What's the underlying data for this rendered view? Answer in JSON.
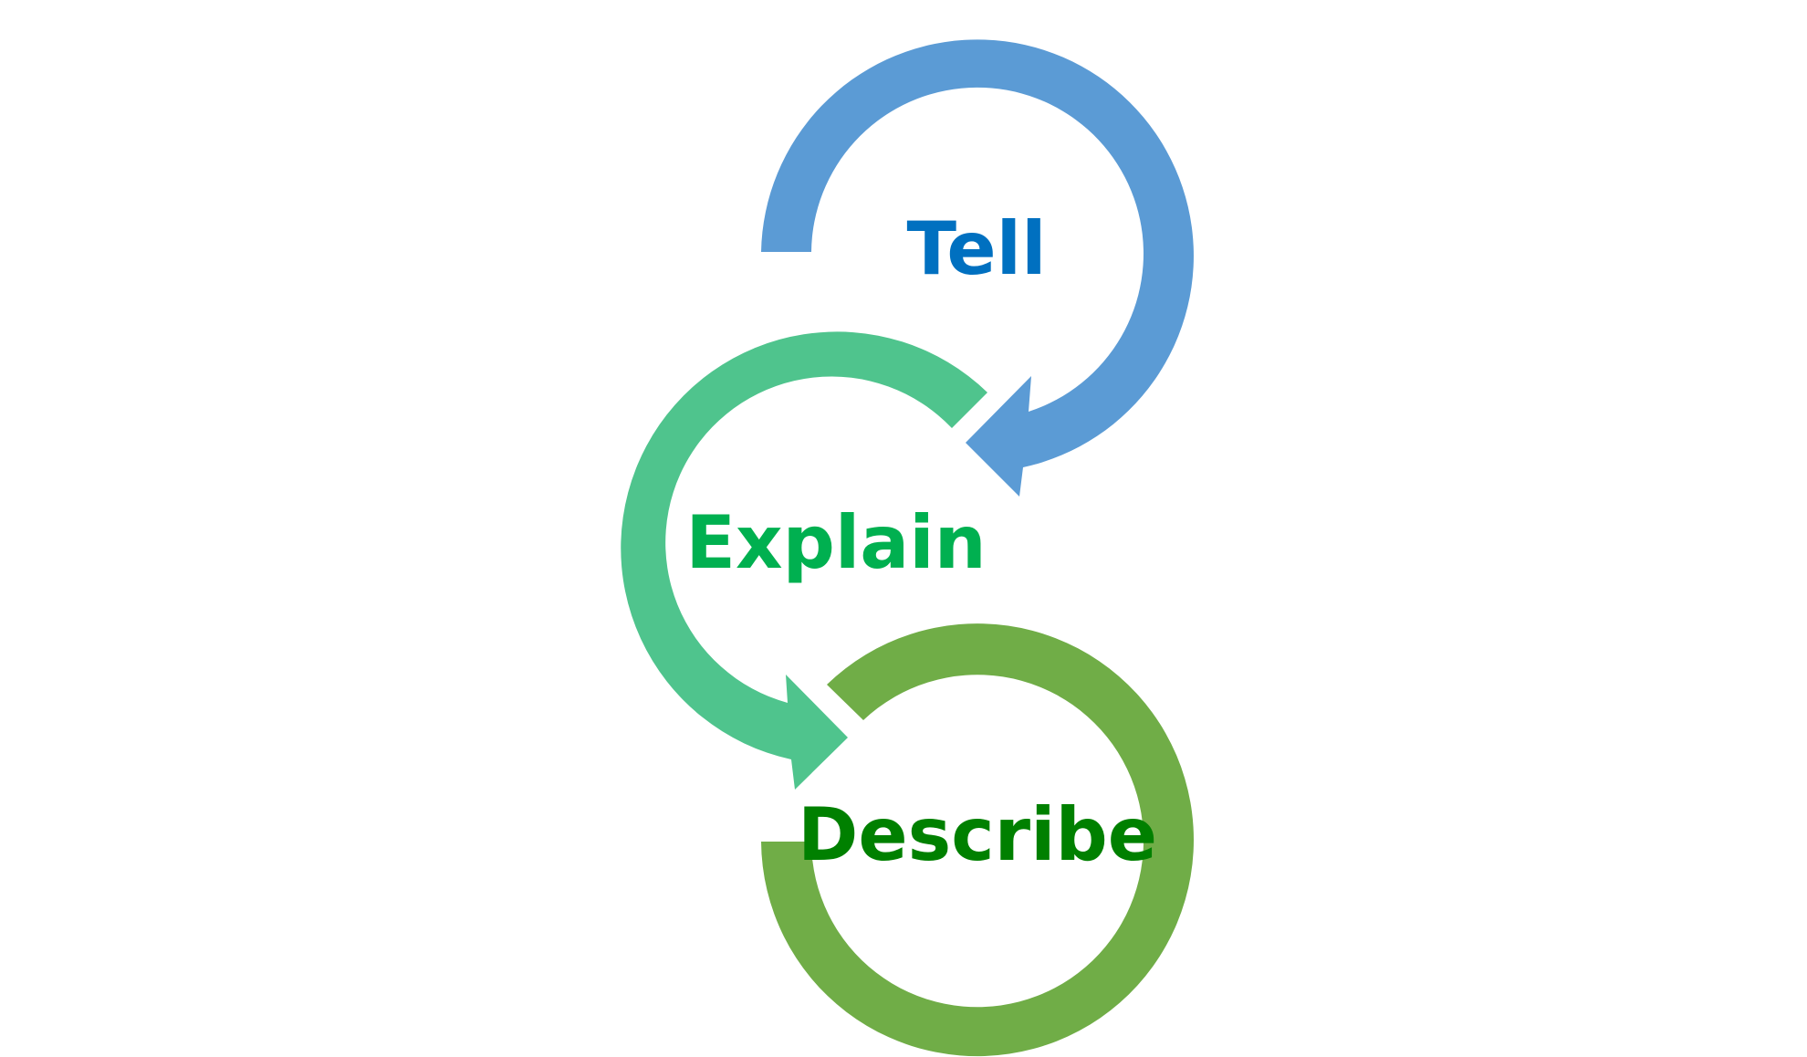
{
  "diagram": {
    "stages": [
      {
        "label": "Tell",
        "arc_color": "#5B9BD5",
        "text_color": "#0070C0"
      },
      {
        "label": "Explain",
        "arc_color": "#4FC48D",
        "text_color": "#00B050"
      },
      {
        "label": "Describe",
        "arc_color": "#70AD47",
        "text_color": "#008000"
      }
    ]
  }
}
